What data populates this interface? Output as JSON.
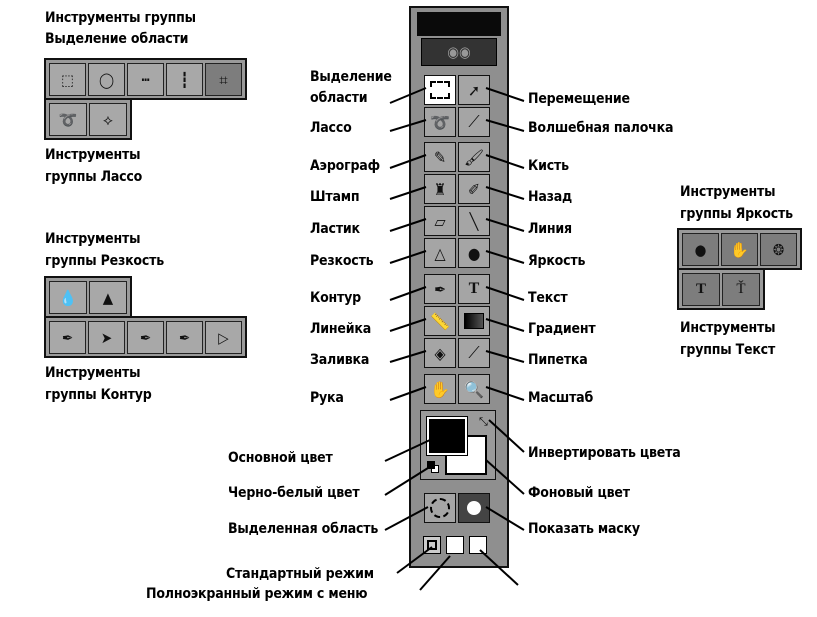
{
  "groups": {
    "selection": {
      "title_line1": "Инструменты группы",
      "title_line2": "Выделение области"
    },
    "lasso": {
      "line1": "Инструменты",
      "line2": "группы Лассо"
    },
    "sharpen": {
      "line1": "Инструменты",
      "line2": "группы Резкость"
    },
    "path": {
      "line1": "Инструменты",
      "line2": "группы Контур"
    },
    "dodge": {
      "line1": "Инструменты",
      "line2": "группы Яркость"
    },
    "type": {
      "line1": "Инструменты",
      "line2": "группы Текст"
    }
  },
  "left_labels": {
    "marquee_line1": "Выделение",
    "marquee_line2": "области",
    "lasso": "Лассо",
    "airbrush": "Аэрограф",
    "stamp": "Штамп",
    "eraser": "Ластик",
    "sharpen": "Резкость",
    "pen": "Контур",
    "measure": "Линейка",
    "fill": "Заливка",
    "hand": "Рука"
  },
  "right_labels": {
    "move": "Перемещение",
    "magic_wand": "Волшебная палочка",
    "brush": "Кисть",
    "history": "Назад",
    "line": "Линия",
    "dodge": "Яркость",
    "type": "Текст",
    "gradient": "Градиент",
    "eyedropper": "Пипетка",
    "zoom": "Масштаб"
  },
  "bottom_labels": {
    "foreground": "Основной цвет",
    "swap": "Инвертировать цвета",
    "default_colors": "Черно-белый цвет",
    "background": "Фоновый цвет",
    "selection_mode": "Выделенная область",
    "mask_mode": "Показать маску",
    "standard_screen": "Стандартный режим",
    "fullscreen_menu": "Полноэкранный режим с меню"
  },
  "colors": {
    "foreground": "#000000",
    "background": "#ffffff",
    "panel": "#9a9a9a",
    "button": "#a8a8a8"
  },
  "icons": {
    "marquee": "marquee-icon",
    "move": "move-arrow-icon",
    "lasso": "lasso-icon",
    "magic_wand": "magic-wand-icon",
    "airbrush": "airbrush-icon",
    "brush": "brush-icon",
    "stamp": "stamp-icon",
    "history": "history-brush-icon",
    "eraser": "eraser-icon",
    "line": "line-icon",
    "sharpen": "sharpen-icon",
    "dodge": "dodge-icon",
    "pen": "pen-icon",
    "type": "type-icon",
    "measure": "ruler-icon",
    "gradient": "gradient-icon",
    "fill": "paint-bucket-icon",
    "eyedropper": "eyedropper-icon",
    "hand": "hand-icon",
    "zoom": "magnifier-icon"
  }
}
